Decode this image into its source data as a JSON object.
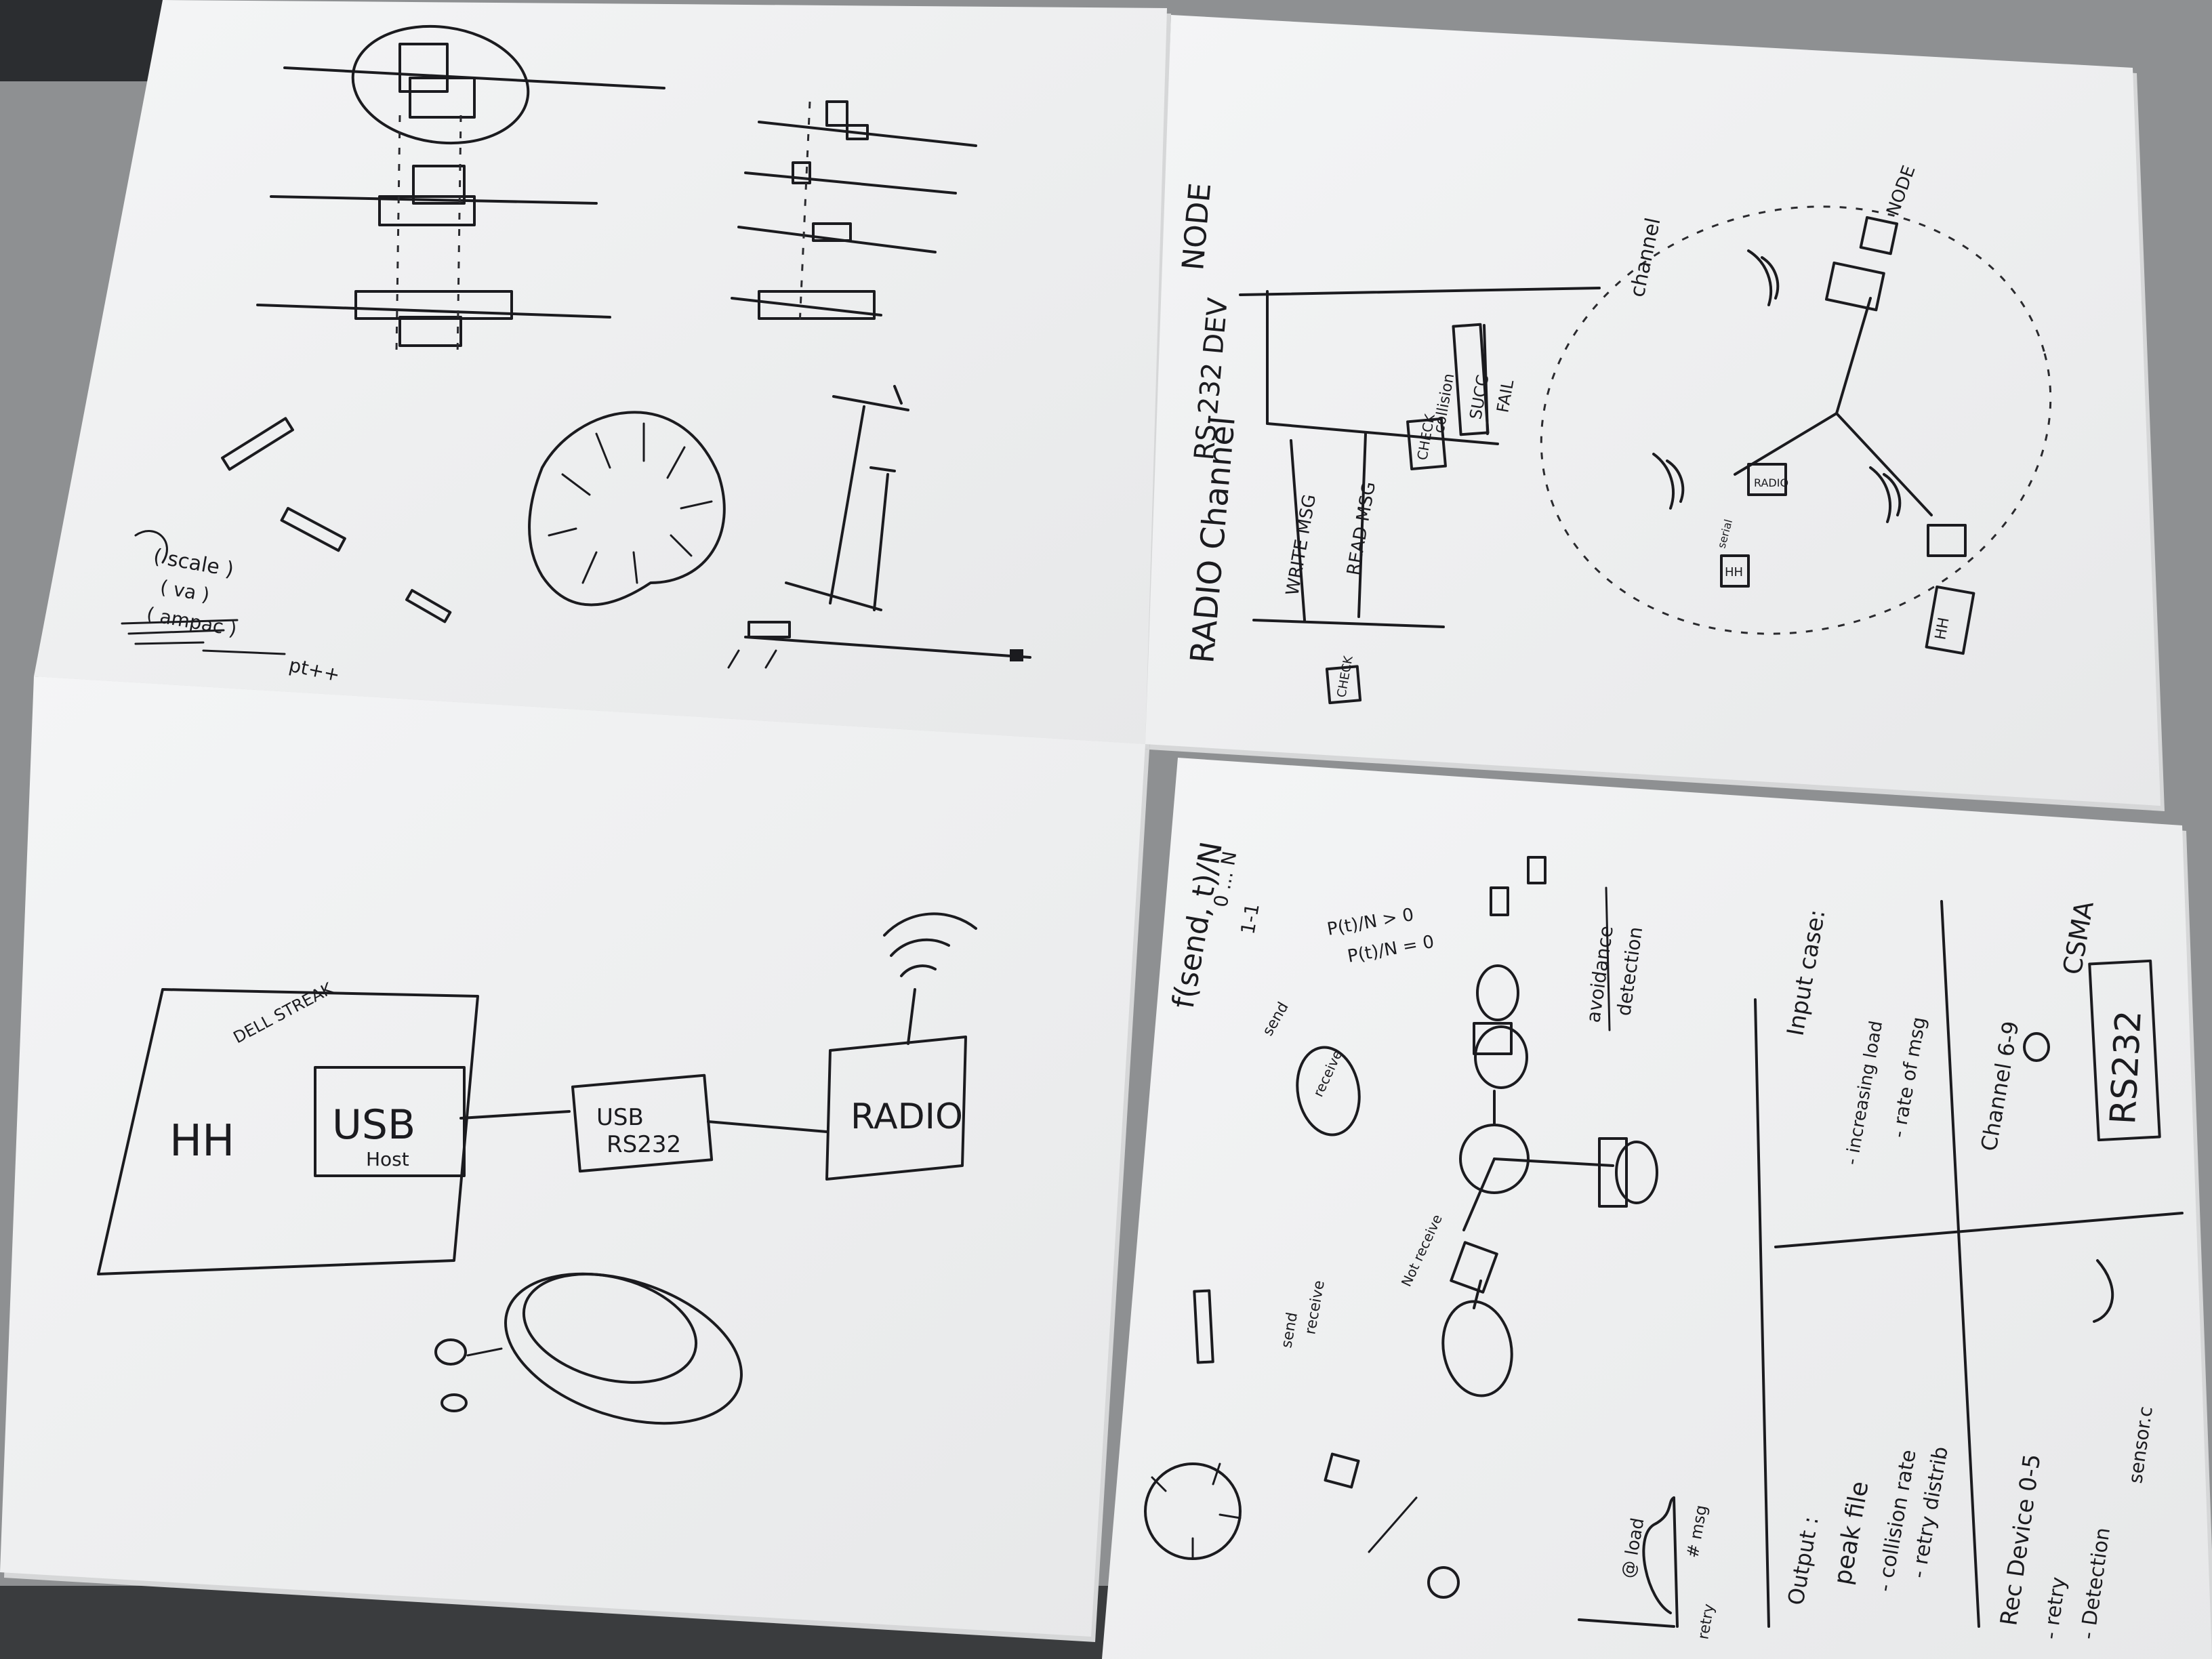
{
  "photo": {
    "colors": {
      "table": "#8e9092",
      "paper": "#f2f3f4",
      "paper_shadow": "#d9dadb",
      "ink": "#1b1b1f"
    },
    "pages": {
      "top_left": {
        "notes": [
          "( scale )",
          "( va )",
          "( ampac )",
          "pt++"
        ]
      },
      "top_right": {
        "lanes": [
          "NODE",
          "RS-232 DEV",
          "RADIO Channel"
        ],
        "arrows": [
          "WRITE MSG",
          "READ MSG",
          "SUCC",
          "FAIL",
          "CHECK",
          "collision",
          "CHECK"
        ],
        "network": {
          "channel_label": "channel",
          "node_label": "NODE",
          "boxes": [
            "RADIO",
            "serial",
            "HH",
            "HH"
          ]
        }
      },
      "bottom_left": {
        "device": "DELL STREAK",
        "blocks": [
          "HH",
          "USB",
          "Host",
          "USB",
          "RS232",
          "RADIO"
        ]
      },
      "bottom_right": {
        "formula": "f(send, t)/N",
        "top_notes": [
          "0 ... N",
          "1-1",
          "P(t)/N > 0",
          "P(t)/N = 0",
          "avoidance",
          "detection"
        ],
        "middle_notes": [
          "send",
          "receive",
          "Not receive",
          "send",
          "receive"
        ],
        "input_case": {
          "title": "Input case:",
          "items": [
            "- increasing load",
            "- rate of msg"
          ]
        },
        "channel": {
          "label": "Channel 6-9",
          "mode": "CSMA",
          "box": "RS232"
        },
        "output": {
          "title": "Output :",
          "items": [
            "peak file",
            "- collision rate",
            "- retry distrib"
          ]
        },
        "device": {
          "label": "Rec Device 0-5",
          "items": [
            "- retry",
            "- Detection",
            "sensor.c"
          ]
        },
        "graph": {
          "title": "@ load",
          "xlabel": "# msg",
          "ylabel": "retry"
        }
      }
    }
  }
}
